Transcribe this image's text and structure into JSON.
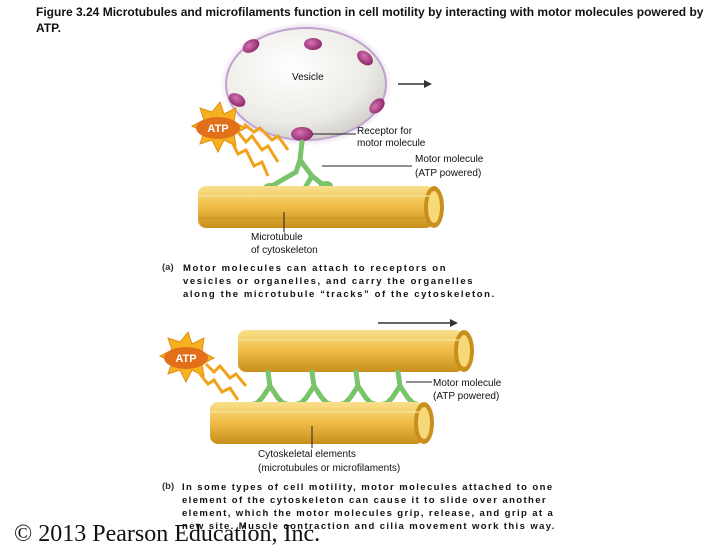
{
  "title": "Figure 3.24 Microtubules and microfilaments function in cell motility by interacting with motor molecules powered by ATP.",
  "panel_a": {
    "vesicle_label": "Vesicle",
    "atp_label": "ATP",
    "receptor_label_line1": "Receptor for",
    "receptor_label_line2": "motor molecule",
    "motor_label_line1": "Motor molecule",
    "motor_label_line2": "(ATP powered)",
    "microtubule_label_line1": "Microtubule",
    "microtubule_label_line2": "of cytoskeleton",
    "tag": "(a)",
    "caption_line1": "Motor molecules can attach to receptors on",
    "caption_line2": "vesicles or organelles, and carry the organelles",
    "caption_line3": "along the microtubule “tracks” of the cytoskeleton."
  },
  "panel_b": {
    "atp_label": "ATP",
    "motor_label_line1": "Motor molecule",
    "motor_label_line2": "(ATP powered)",
    "elements_label_line1": "Cytoskeletal elements",
    "elements_label_line2": "(microtubules or microfilaments)",
    "tag": "(b)",
    "caption_line1": "In some types of cell motility, motor molecules attached to one",
    "caption_line2": "element of the cytoskeleton can cause it to slide over another",
    "caption_line3": "element, which the motor molecules grip, release, and grip at a",
    "caption_line4": "new site. Muscle contraction and cilia movement work this way."
  },
  "copyright": "© 2013 Pearson Education, Inc.",
  "colors": {
    "tube": "#e8b53c",
    "tube_light": "#f7d97a",
    "tube_dark": "#c98f1c",
    "motor": "#79c46a",
    "motor_dark": "#4e9a45",
    "receptor": "#b0438c",
    "vesicle": "#ecebe6",
    "atp_star": "#f2a21a",
    "atp_fill": "#e0701c"
  }
}
